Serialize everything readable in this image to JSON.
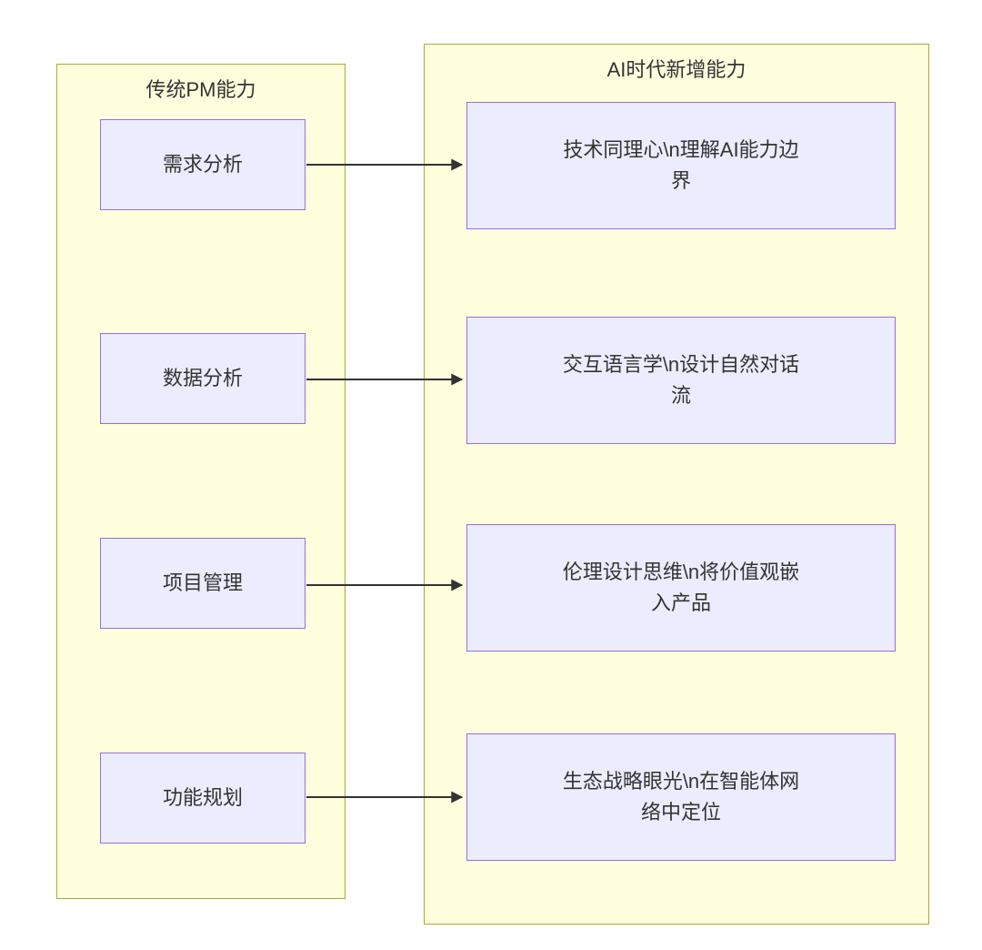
{
  "diagram": {
    "left_group": {
      "title": "传统PM能力",
      "nodes": [
        {
          "label": "需求分析"
        },
        {
          "label": "数据分析"
        },
        {
          "label": "项目管理"
        },
        {
          "label": "功能规划"
        }
      ]
    },
    "right_group": {
      "title": "AI时代新增能力",
      "nodes": [
        {
          "label": "技术同理心\\n理解AI能力边界"
        },
        {
          "label": "交互语言学\\n设计自然对话流"
        },
        {
          "label": "伦理设计思维\\n将价值观嵌入产品"
        },
        {
          "label": "生态战略眼光\\n在智能体网络中定位"
        }
      ]
    },
    "connections": [
      {
        "from": "需求分析",
        "to": "技术同理心\\n理解AI能力边界"
      },
      {
        "from": "数据分析",
        "to": "交互语言学\\n设计自然对话流"
      },
      {
        "from": "项目管理",
        "to": "伦理设计思维\\n将价值观嵌入产品"
      },
      {
        "from": "功能规划",
        "to": "生态战略眼光\\n在智能体网络中定位"
      }
    ],
    "colors": {
      "group_background": "#ffffde",
      "group_border": "#aaaa33",
      "node_background": "#ececff",
      "node_border": "#9370db",
      "arrow": "#333333"
    }
  }
}
